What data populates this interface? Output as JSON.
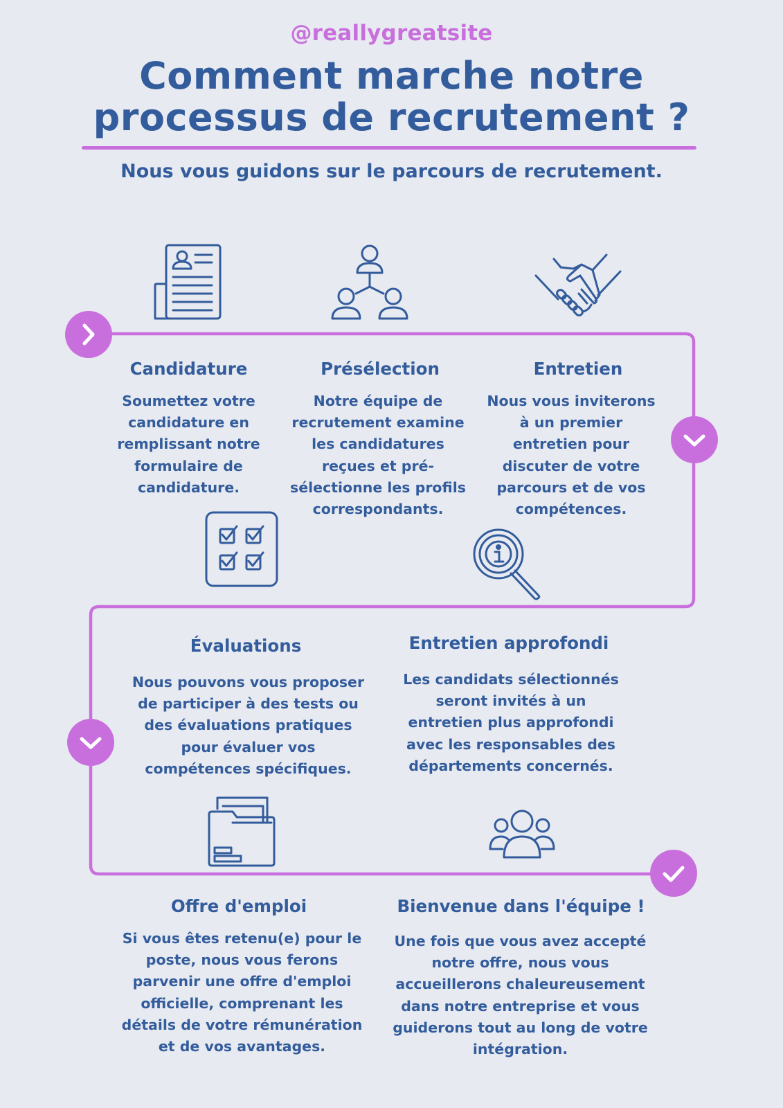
{
  "handle": "@reallygreatsite",
  "title": "Comment marche notre processus de recrutement ?",
  "subtitle": "Nous vous guidons sur le parcours de recrutement.",
  "colors": {
    "background": "#e7eaf0",
    "text": "#335c9c",
    "accent": "#c96fdd"
  },
  "steps": [
    {
      "icon": "resume-icon",
      "title": "Candidature",
      "text": "Soumettez votre candidature en remplissant notre formulaire de candidature."
    },
    {
      "icon": "team-network-icon",
      "title": "Présélection",
      "text": "Notre équipe de recrutement examine les candidatures reçues et pré-sélectionne les profils correspondants."
    },
    {
      "icon": "handshake-icon",
      "title": "Entretien",
      "text": "Nous vous inviterons à un premier entretien pour discuter de votre parcours et de vos compétences."
    },
    {
      "icon": "checklist-icon",
      "title": "Évaluations",
      "text": "Nous pouvons vous proposer de participer à des tests ou des évaluations pratiques pour évaluer vos compétences spécifiques."
    },
    {
      "icon": "magnifier-info-icon",
      "title": "Entretien approfondi",
      "text": "Les candidats sélectionnés seront invités à un entretien plus approfondi avec les responsables des départements concernés."
    },
    {
      "icon": "folder-icon",
      "title": "Offre d'emploi",
      "text": "Si vous êtes retenu(e) pour le poste, nous vous ferons parvenir une offre d'emploi officielle, comprenant les détails de votre rémunération et de vos avantages."
    },
    {
      "icon": "group-icon",
      "title": "Bienvenue dans l'équipe !",
      "text": "Une fois que vous avez accepté notre offre, nous vous accueillerons chaleureusement dans notre entreprise et vous guiderons tout au long de votre intégration."
    }
  ],
  "path_markers": [
    "chevron-right-icon",
    "chevron-down-icon",
    "chevron-down-icon",
    "checkmark-icon"
  ]
}
